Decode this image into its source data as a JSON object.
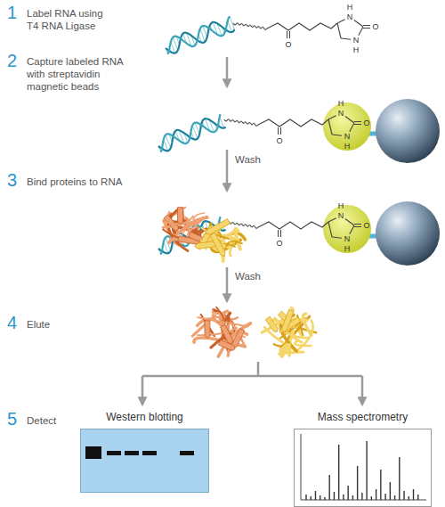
{
  "diagram": {
    "nodes": [
      {
        "text": [
          "Western blotting"
        ]
      },
      {
        "text": [
          "Mass spectrometry"
        ]
      }
    ],
    "labels": [
      "1",
      "Label RNA using T4 RNA Ligase",
      "H",
      "N",
      "O",
      "N",
      "H",
      "O",
      "2",
      "Capture labeled RNA with streptavidin magnetic beads",
      "H",
      "N",
      "O",
      "N",
      "H",
      "O",
      "Wash",
      "3",
      "Bind proteins to RNA",
      "H",
      "N",
      "O",
      "N",
      "H",
      "O",
      "Wash",
      "4",
      "Elute",
      "5",
      "Detect"
    ]
  }
}
